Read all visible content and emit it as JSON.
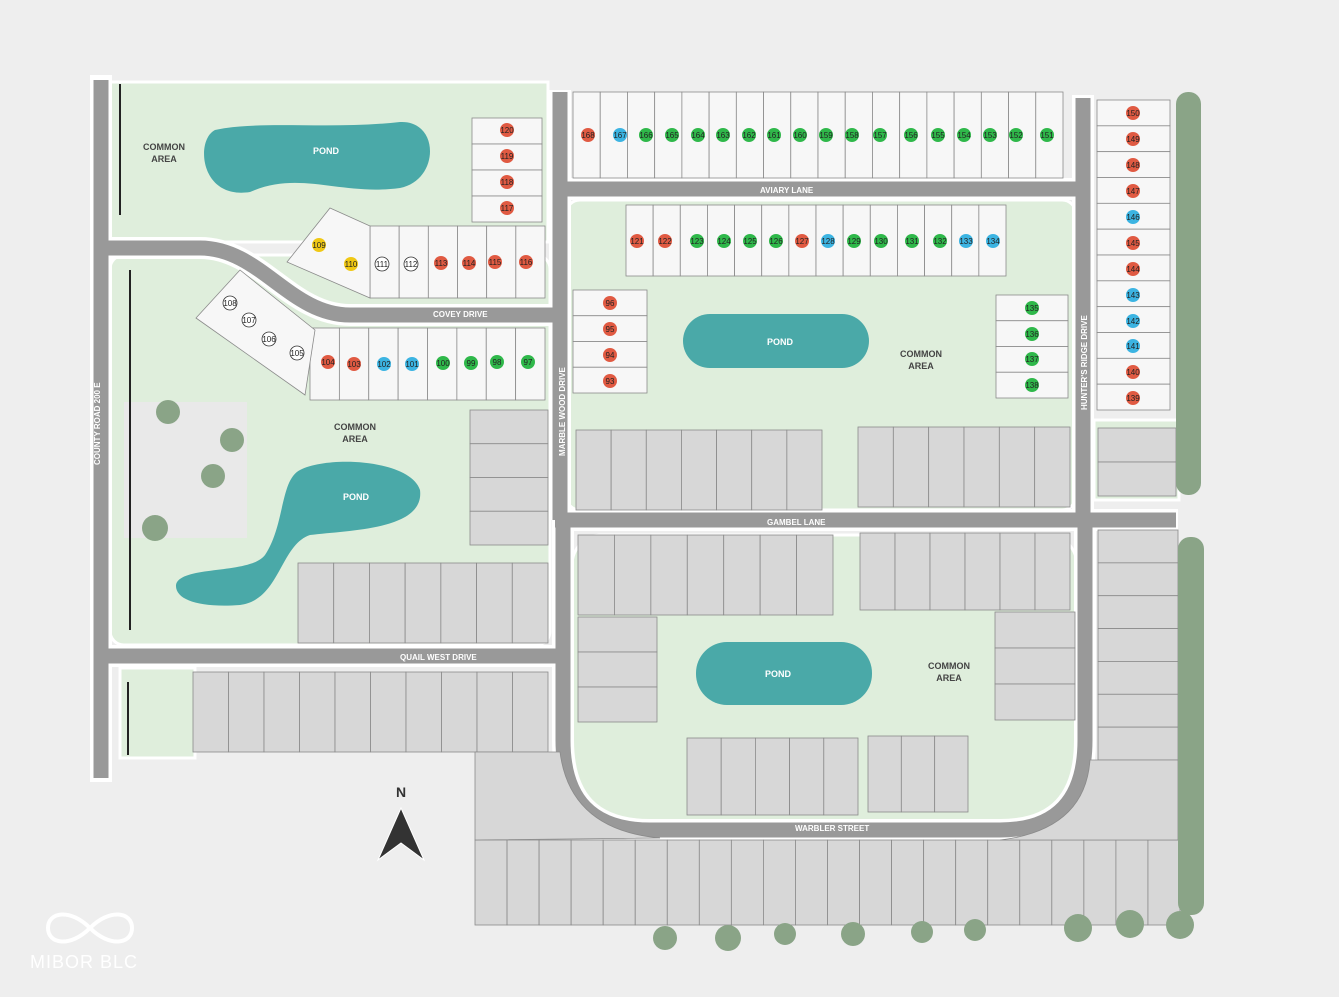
{
  "streets": {
    "county_road": "COUNTY ROAD 200 E",
    "covey": "COVEY DRIVE",
    "aviary": "AVIARY LANE",
    "marble_wood": "MARBLE WOOD DRIVE",
    "hunters_ridge": "HUNTER'S RIDGE DRIVE",
    "gambel": "GAMBEL LANE",
    "quail_west": "QUAIL WEST DRIVE",
    "warbler": "WARBLER STREET"
  },
  "areas": {
    "common": "COMMON",
    "area": "AREA",
    "pond": "POND"
  },
  "north_label": "N",
  "logo_text": "MIBOR BLC",
  "status_colors": {
    "sold": "#e05a42",
    "available": "#2fb84a",
    "pending": "#3cb4e2",
    "hold": "#f0c814",
    "unreleased": "#ffffff"
  },
  "lots": [
    {
      "n": "168",
      "s": "sold"
    },
    {
      "n": "167",
      "s": "pending"
    },
    {
      "n": "166",
      "s": "available"
    },
    {
      "n": "165",
      "s": "available"
    },
    {
      "n": "164",
      "s": "available"
    },
    {
      "n": "163",
      "s": "available"
    },
    {
      "n": "162",
      "s": "available"
    },
    {
      "n": "161",
      "s": "available"
    },
    {
      "n": "160",
      "s": "available"
    },
    {
      "n": "159",
      "s": "available"
    },
    {
      "n": "158",
      "s": "available"
    },
    {
      "n": "157",
      "s": "available"
    },
    {
      "n": "156",
      "s": "available"
    },
    {
      "n": "155",
      "s": "available"
    },
    {
      "n": "154",
      "s": "available"
    },
    {
      "n": "153",
      "s": "available"
    },
    {
      "n": "152",
      "s": "available"
    },
    {
      "n": "151",
      "s": "available"
    },
    {
      "n": "121",
      "s": "sold"
    },
    {
      "n": "122",
      "s": "sold"
    },
    {
      "n": "123",
      "s": "available"
    },
    {
      "n": "124",
      "s": "available"
    },
    {
      "n": "125",
      "s": "available"
    },
    {
      "n": "126",
      "s": "available"
    },
    {
      "n": "127",
      "s": "sold"
    },
    {
      "n": "128",
      "s": "pending"
    },
    {
      "n": "129",
      "s": "available"
    },
    {
      "n": "130",
      "s": "available"
    },
    {
      "n": "131",
      "s": "available"
    },
    {
      "n": "132",
      "s": "available"
    },
    {
      "n": "133",
      "s": "pending"
    },
    {
      "n": "134",
      "s": "pending"
    },
    {
      "n": "150",
      "s": "sold"
    },
    {
      "n": "149",
      "s": "sold"
    },
    {
      "n": "148",
      "s": "sold"
    },
    {
      "n": "147",
      "s": "sold"
    },
    {
      "n": "146",
      "s": "pending"
    },
    {
      "n": "145",
      "s": "sold"
    },
    {
      "n": "144",
      "s": "sold"
    },
    {
      "n": "143",
      "s": "pending"
    },
    {
      "n": "142",
      "s": "pending"
    },
    {
      "n": "141",
      "s": "pending"
    },
    {
      "n": "140",
      "s": "sold"
    },
    {
      "n": "139",
      "s": "sold"
    },
    {
      "n": "135",
      "s": "available"
    },
    {
      "n": "136",
      "s": "available"
    },
    {
      "n": "137",
      "s": "available"
    },
    {
      "n": "138",
      "s": "available"
    },
    {
      "n": "96",
      "s": "sold"
    },
    {
      "n": "95",
      "s": "sold"
    },
    {
      "n": "94",
      "s": "sold"
    },
    {
      "n": "93",
      "s": "sold"
    },
    {
      "n": "120",
      "s": "sold"
    },
    {
      "n": "119",
      "s": "sold"
    },
    {
      "n": "118",
      "s": "sold"
    },
    {
      "n": "117",
      "s": "sold"
    },
    {
      "n": "109",
      "s": "hold"
    },
    {
      "n": "110",
      "s": "hold"
    },
    {
      "n": "111",
      "s": "unreleased"
    },
    {
      "n": "112",
      "s": "unreleased"
    },
    {
      "n": "113",
      "s": "sold"
    },
    {
      "n": "114",
      "s": "sold"
    },
    {
      "n": "115",
      "s": "sold"
    },
    {
      "n": "116",
      "s": "sold"
    },
    {
      "n": "108",
      "s": "unreleased"
    },
    {
      "n": "107",
      "s": "unreleased"
    },
    {
      "n": "106",
      "s": "unreleased"
    },
    {
      "n": "105",
      "s": "unreleased"
    },
    {
      "n": "104",
      "s": "sold"
    },
    {
      "n": "103",
      "s": "sold"
    },
    {
      "n": "102",
      "s": "pending"
    },
    {
      "n": "101",
      "s": "pending"
    },
    {
      "n": "100",
      "s": "available"
    },
    {
      "n": "99",
      "s": "available"
    },
    {
      "n": "98",
      "s": "available"
    },
    {
      "n": "97",
      "s": "available"
    }
  ]
}
